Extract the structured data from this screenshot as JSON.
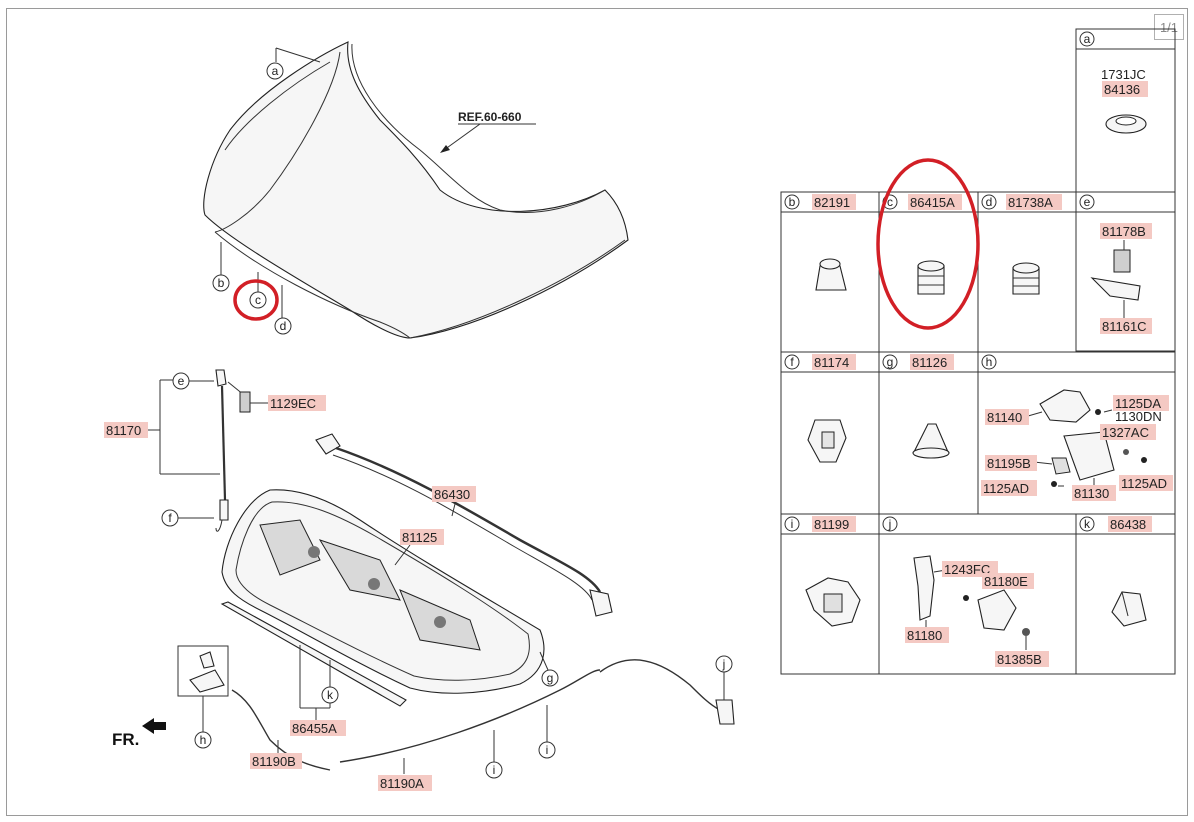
{
  "page_indicator": "1/1",
  "ref": "REF.60-660",
  "front_label": "FR.",
  "main_parts": {
    "p81170": "81170",
    "p1129ec": "1129EC",
    "p86430": "86430",
    "p81125": "81125",
    "p86455a": "86455A",
    "p81190b": "81190B",
    "p81190a": "81190A"
  },
  "callout_letters": {
    "a": "a",
    "b": "b",
    "c": "c",
    "d": "d",
    "e": "e",
    "f": "f",
    "g": "g",
    "h": "h",
    "i": "i",
    "j": "j",
    "k": "k"
  },
  "table": {
    "a": {
      "letter": "a",
      "sub": "1731JC",
      "part": "84136"
    },
    "b": {
      "letter": "b",
      "part": "82191"
    },
    "c": {
      "letter": "c",
      "part": "86415A"
    },
    "d": {
      "letter": "d",
      "part": "81738A"
    },
    "e": {
      "letter": "e",
      "top": "81178B",
      "bottom": "81161C"
    },
    "f": {
      "letter": "f",
      "part": "81174"
    },
    "g": {
      "letter": "g",
      "part": "81126"
    },
    "h": {
      "letter": "h",
      "p1": "81140",
      "p2": "1125DA",
      "p3": "1130DN",
      "p4": "1327AC",
      "p5": "81195B",
      "p6": "1125AD",
      "p7": "81130",
      "p8": "1125AD"
    },
    "i": {
      "letter": "i",
      "part": "81199"
    },
    "j": {
      "letter": "j",
      "p1": "1243FC",
      "p2": "81180E",
      "p3": "81180",
      "p4": "81385B"
    },
    "k": {
      "letter": "k",
      "part": "86438"
    }
  },
  "colors": {
    "highlight": "#f4c9c3",
    "circle": "#d21f26",
    "line": "#333333"
  }
}
